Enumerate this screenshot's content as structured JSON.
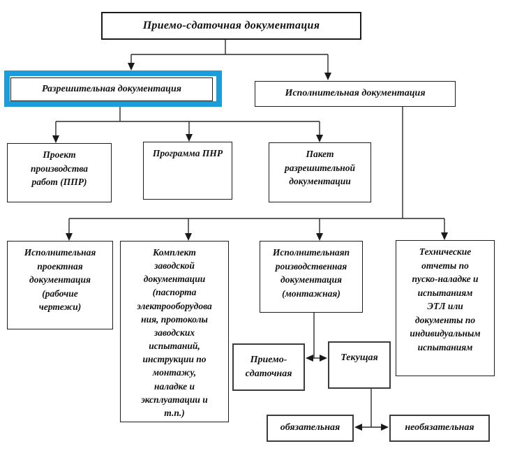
{
  "colors": {
    "highlight": "#1b9dd9",
    "line": "#2a2a2a",
    "box_background": "#ffffff",
    "text": "#111111"
  },
  "nodes": {
    "root": "Приемо-сдаточная документация",
    "razreshitelnaya": "Разрешительная документация",
    "ispolnitelnaya": "Исполнительная документация",
    "ppr": "Проект\nпроизводства\nработ (ППР)",
    "pnr": "Программа ПНР",
    "paket": "Пакет\nразрешительной\nдокументации",
    "proektnaya": "Исполнительная\nпроектная\nдокументация\n(рабочие\nчертежи)",
    "zavodskaya": "Комплект\nзаводской\nдокументации\n(паспорта\nэлектрооборудова\nния, протоколы\nзаводских\nиспытаний,\nинструкции по\nмонтажу,\nналадке и\nэксплуатации и\nт.п.)",
    "proizvodstvennaya": "Исполнительнаяп\nроизводственная\nдокументация\n(монтажная)",
    "tehotchety": "Технические\nотчеты по\nпуско-наладке и\nиспытаниям\nЭТЛ или\nдокументы по\nиндивидуальным\nиспытаниям",
    "priemosdatochnaya": "Приемо-\nсдаточная",
    "tekushchaya": "Текущая",
    "obyazatelnaya": "обязательная",
    "neobyazatelnaya": "необязательная"
  }
}
